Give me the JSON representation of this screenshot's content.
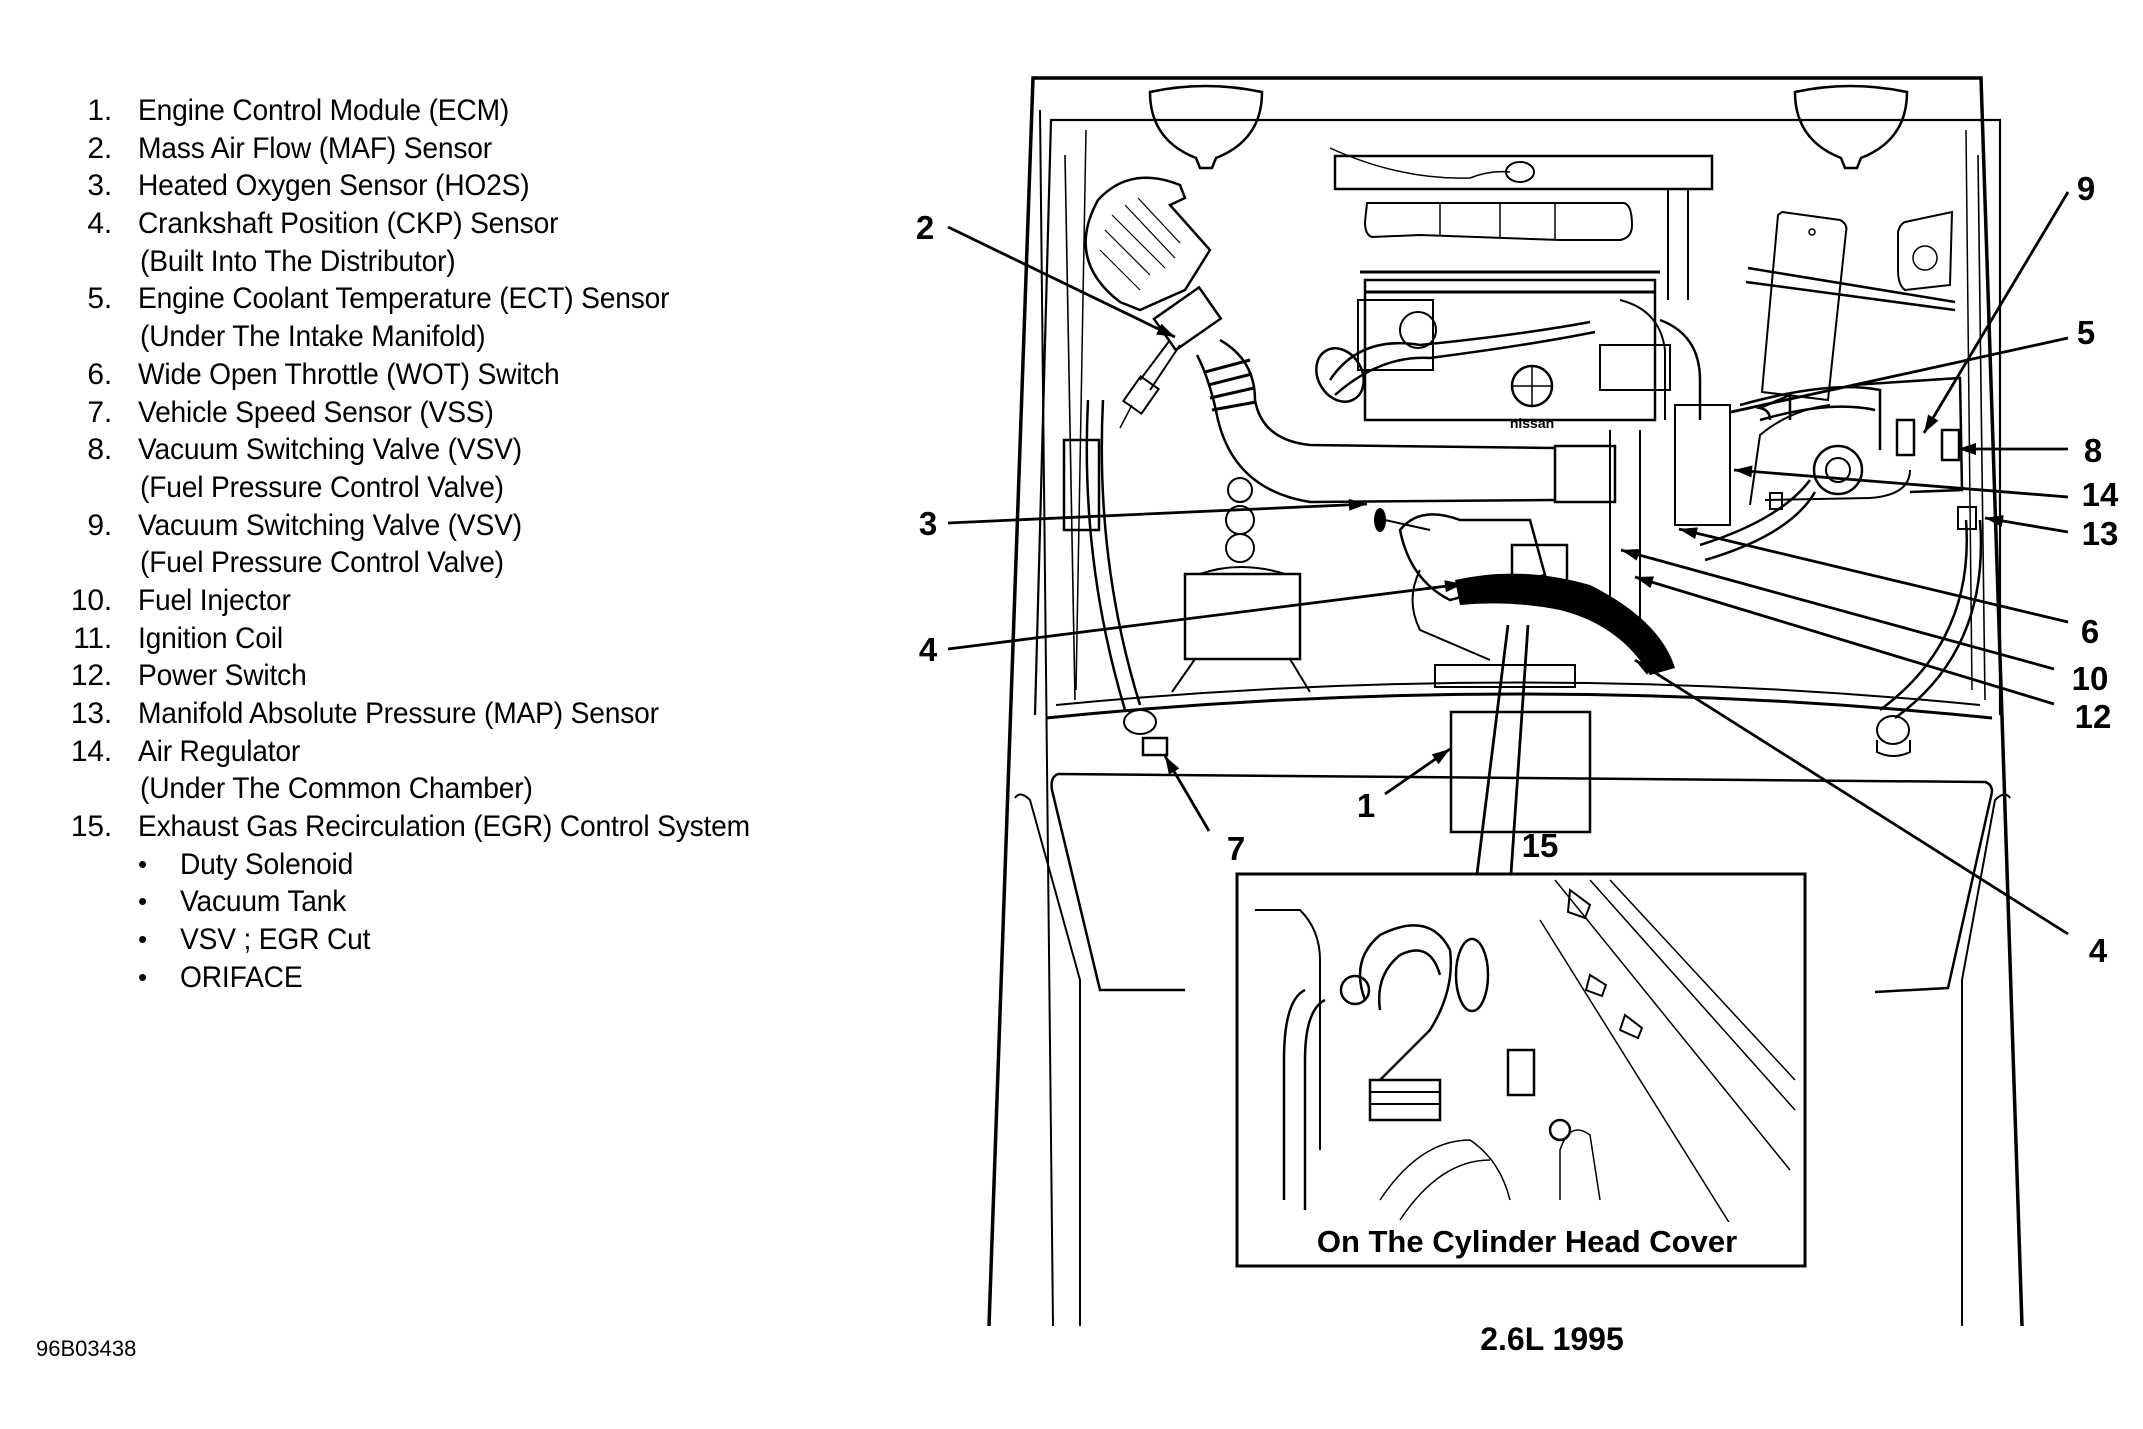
{
  "legend": {
    "items": [
      {
        "num": "1.",
        "text": "Engine Control Module (ECM)"
      },
      {
        "num": "2.",
        "text": "Mass Air Flow (MAF) Sensor"
      },
      {
        "num": "3.",
        "text": "Heated Oxygen Sensor (HO2S)"
      },
      {
        "num": "4.",
        "text": "Crankshaft Position (CKP) Sensor",
        "sub": "(Built Into The Distributor)"
      },
      {
        "num": "5.",
        "text": "Engine Coolant Temperature (ECT) Sensor",
        "sub": "(Under The Intake Manifold)"
      },
      {
        "num": "6.",
        "text": "Wide Open Throttle (WOT) Switch"
      },
      {
        "num": "7.",
        "text": "Vehicle Speed Sensor (VSS)"
      },
      {
        "num": "8.",
        "text": "Vacuum Switching Valve (VSV)",
        "sub": "(Fuel Pressure Control Valve)"
      },
      {
        "num": "9.",
        "text": "Vacuum Switching Valve (VSV)",
        "sub": "(Fuel Pressure Control Valve)"
      },
      {
        "num": "10.",
        "text": "Fuel Injector"
      },
      {
        "num": "11.",
        "text": "Ignition Coil"
      },
      {
        "num": "12.",
        "text": "Power Switch"
      },
      {
        "num": "13.",
        "text": "Manifold Absolute Pressure (MAP) Sensor"
      },
      {
        "num": "14.",
        "text": "Air Regulator",
        "sub": "(Under The Common Chamber)"
      },
      {
        "num": "15.",
        "text": "Exhaust Gas Recirculation (EGR) Control System",
        "bullets": [
          "Duty Solenoid",
          "Vacuum Tank",
          "VSV ; EGR Cut",
          "ORIFACE"
        ]
      }
    ],
    "bullet_glyph": "•"
  },
  "figure_code": "96B03438",
  "diagram": {
    "callouts": [
      {
        "id": "c2",
        "label": "2"
      },
      {
        "id": "c3",
        "label": "3"
      },
      {
        "id": "c4l",
        "label": "4"
      },
      {
        "id": "c9",
        "label": "9"
      },
      {
        "id": "c5",
        "label": "5"
      },
      {
        "id": "c8",
        "label": "8"
      },
      {
        "id": "c14",
        "label": "14"
      },
      {
        "id": "c13",
        "label": "13"
      },
      {
        "id": "c6",
        "label": "6"
      },
      {
        "id": "c10",
        "label": "10"
      },
      {
        "id": "c12",
        "label": "12"
      },
      {
        "id": "c4r",
        "label": "4"
      },
      {
        "id": "c1",
        "label": "1"
      },
      {
        "id": "c7",
        "label": "7"
      },
      {
        "id": "c15",
        "label": "15"
      }
    ],
    "inset_caption": "On The Cylinder Head Cover",
    "engine_title": "2.6L 1995",
    "engine_badge": "nissan"
  }
}
